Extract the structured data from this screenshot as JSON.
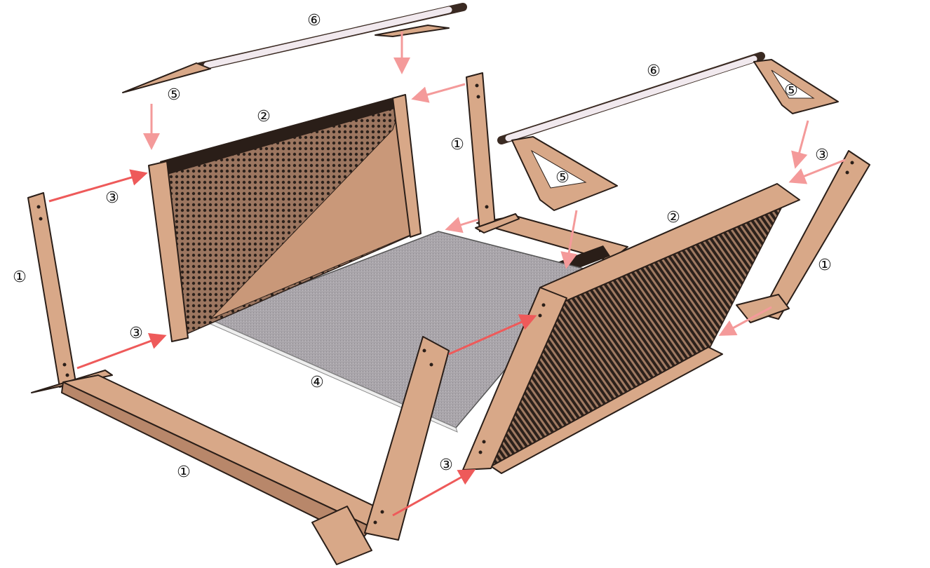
{
  "labels": {
    "frame_rail": "①",
    "side_panel": "②",
    "fastener": "③",
    "floor_board": "④",
    "bracket": "⑤",
    "rod": "⑥"
  },
  "colors": {
    "wood": "#d8a888",
    "edge": "#2a1e18",
    "floor": "#a9a5aa",
    "arrow_light": "#f49a9a",
    "arrow_strong": "#ee5a5a"
  }
}
